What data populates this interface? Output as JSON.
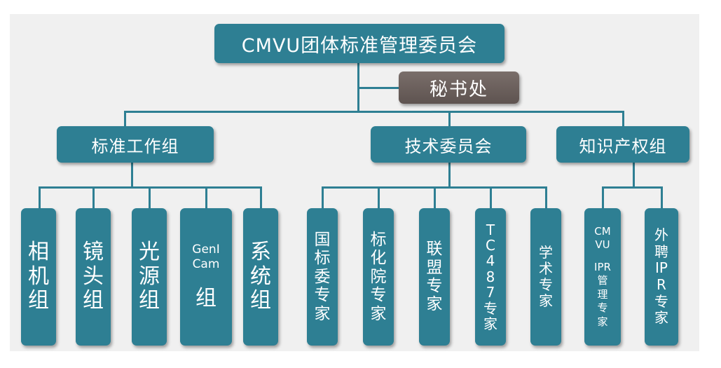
{
  "org_chart": {
    "root": {
      "label": "CMVU团体标准管理委员会"
    },
    "secretariat": {
      "label": "秘书处"
    },
    "groups": [
      {
        "label": "标准工作组",
        "members": [
          {
            "lines": [
              "相",
              "机",
              "组"
            ]
          },
          {
            "lines": [
              "镜",
              "头",
              "组"
            ]
          },
          {
            "lines": [
              "光",
              "源",
              "组"
            ]
          },
          {
            "lines": [
              "GenI",
              "Cam",
              "组"
            ]
          },
          {
            "lines": [
              "系",
              "统",
              "组"
            ]
          }
        ]
      },
      {
        "label": "技术委员会",
        "members": [
          {
            "lines": [
              "国",
              "标",
              "委",
              "专",
              "家"
            ]
          },
          {
            "lines": [
              "标",
              "化",
              "院",
              "专",
              "家"
            ]
          },
          {
            "lines": [
              "联",
              "盟",
              "专",
              "家"
            ]
          },
          {
            "lines": [
              "T",
              "C",
              "4",
              "8",
              "7",
              "专",
              "家"
            ]
          },
          {
            "lines": [
              "学",
              "术",
              "专",
              "家"
            ]
          }
        ]
      },
      {
        "label": "知识产权组",
        "members": [
          {
            "lines": [
              "CM",
              "VU",
              "IPR",
              "管",
              "理",
              "专",
              "家"
            ]
          },
          {
            "lines": [
              "外",
              "聘",
              "IP",
              "R",
              "专",
              "家"
            ]
          }
        ]
      }
    ]
  },
  "colors": {
    "node": "#2e7f93",
    "secretariat": "#6a5e5b",
    "background": "#f0f0f0"
  }
}
